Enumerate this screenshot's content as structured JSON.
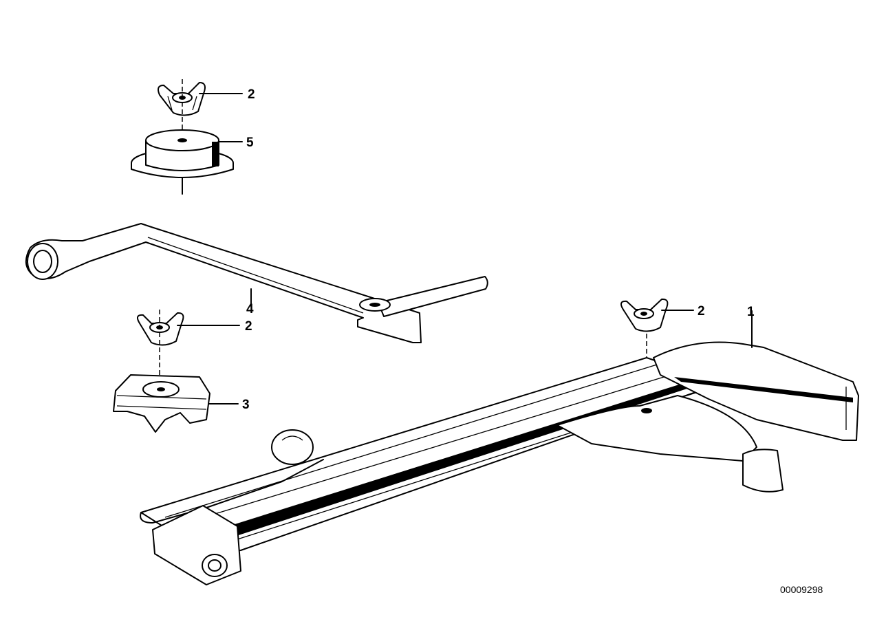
{
  "diagram": {
    "document_id": "00009298",
    "parts": [
      {
        "id": "wing-nut-top",
        "callout": "2"
      },
      {
        "id": "spacer-bushing",
        "callout": "5"
      },
      {
        "id": "lug-wrench",
        "callout": "4"
      },
      {
        "id": "wing-nut-middle",
        "callout": "2"
      },
      {
        "id": "clamp-bracket",
        "callout": "3"
      },
      {
        "id": "wing-nut-right",
        "callout": "2"
      },
      {
        "id": "spare-wheel-carrier",
        "callout": "1"
      }
    ]
  }
}
